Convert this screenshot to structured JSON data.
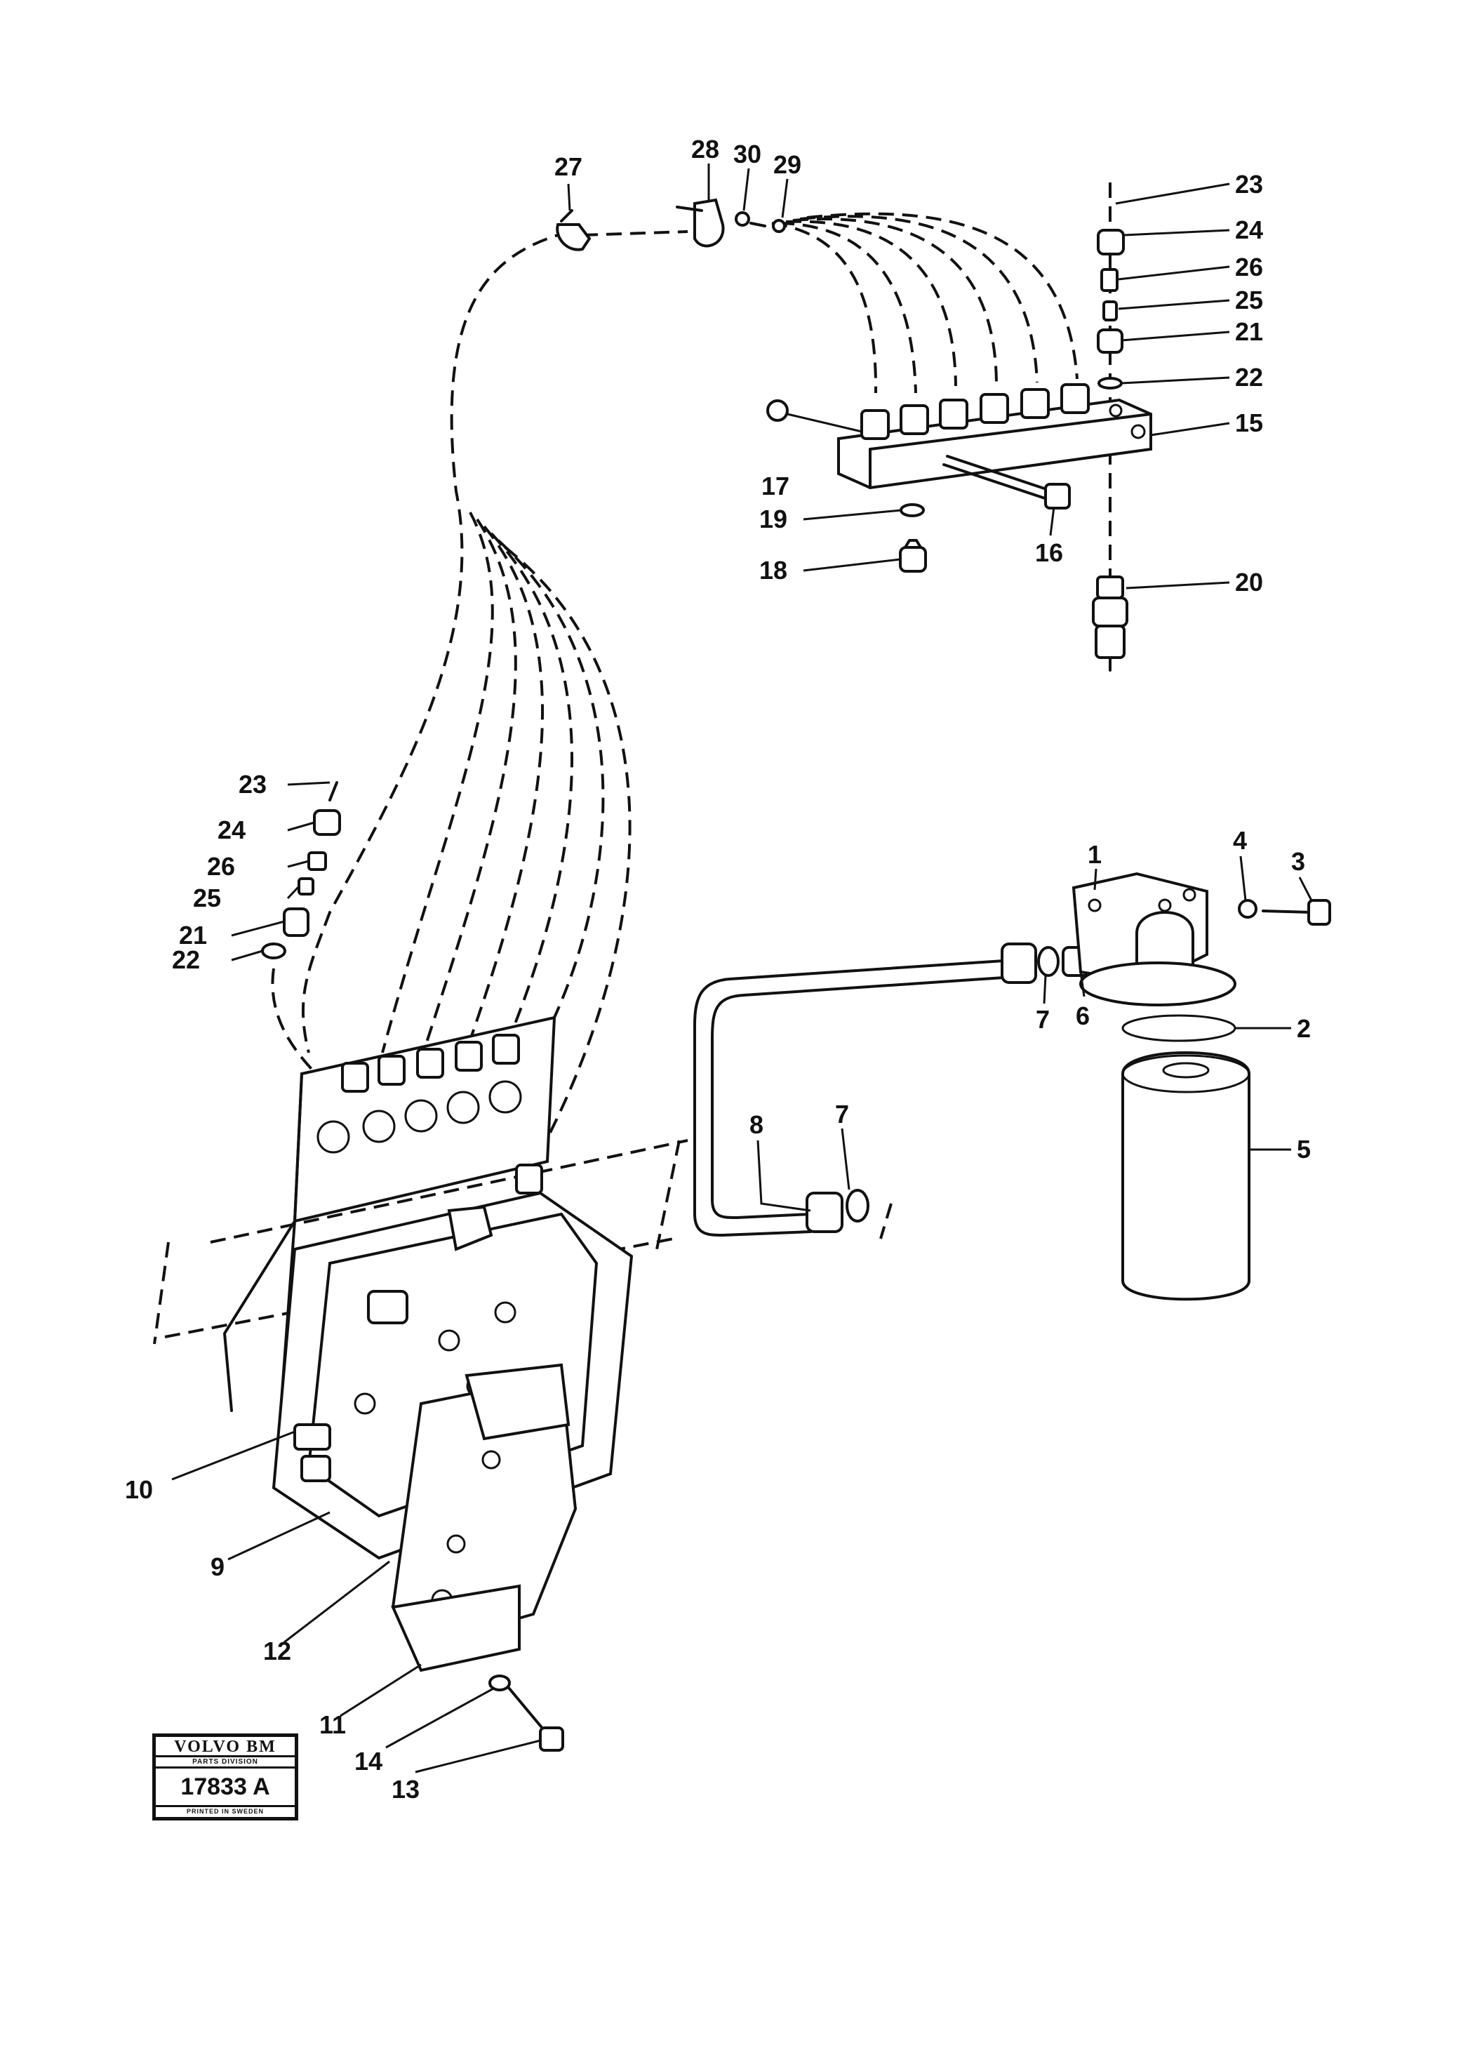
{
  "callouts": {
    "c1": "1",
    "c2": "2",
    "c3": "3",
    "c4": "4",
    "c5": "5",
    "c6": "6",
    "c7a": "7",
    "c7b": "7",
    "c8": "8",
    "c9": "9",
    "c10": "10",
    "c11": "11",
    "c12": "12",
    "c13": "13",
    "c14": "14",
    "c15": "15",
    "c16": "16",
    "c17": "17",
    "c18": "18",
    "c19": "19",
    "c20": "20",
    "c21a": "21",
    "c21b": "21",
    "c22a": "22",
    "c22b": "22",
    "c23a": "23",
    "c23b": "23",
    "c24a": "24",
    "c24b": "24",
    "c25a": "25",
    "c25b": "25",
    "c26a": "26",
    "c26b": "26",
    "c27": "27",
    "c28": "28",
    "c29": "29",
    "c30": "30"
  },
  "stamp": {
    "brand": "VOLVO BM",
    "division": "PARTS DIVISION",
    "number": "17833 A",
    "printed": "PRINTED IN SWEDEN"
  }
}
